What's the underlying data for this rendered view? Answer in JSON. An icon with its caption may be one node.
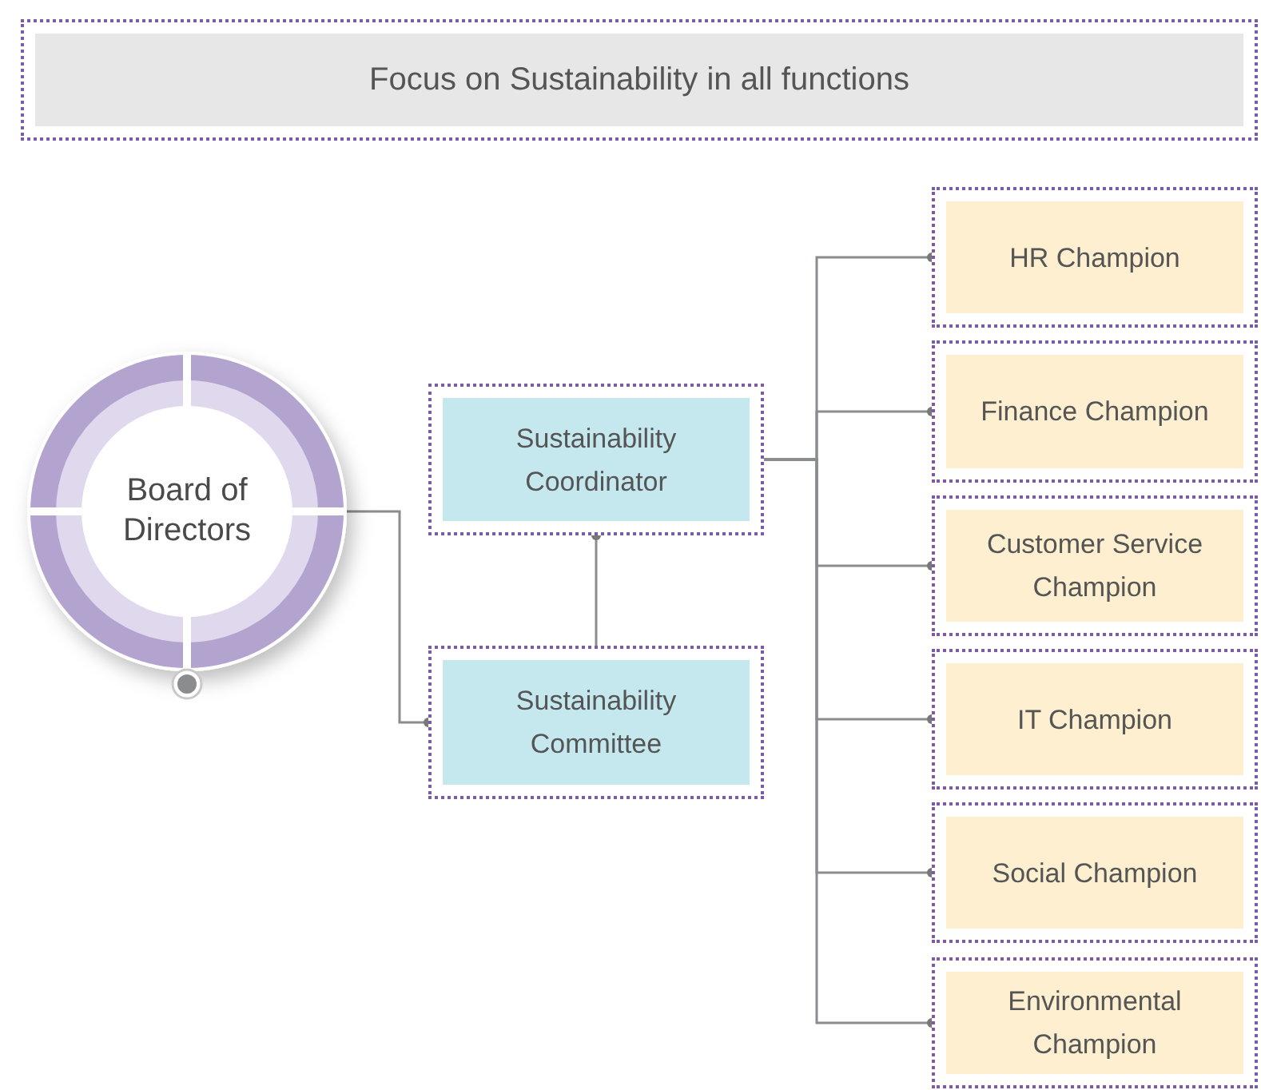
{
  "diagram": {
    "nodes": [
      {
        "text": [
          "Focus on Sustainability in all functions"
        ]
      },
      {
        "text": [
          "Board of Directors"
        ]
      },
      {
        "text": [
          "Sustainability Coordinator"
        ]
      },
      {
        "text": [
          "Sustainability Committee"
        ]
      },
      {
        "text": [
          "HR Champion"
        ]
      },
      {
        "text": [
          "Finance Champion"
        ]
      },
      {
        "text": [
          "Customer Service Champion"
        ]
      },
      {
        "text": [
          "IT Champion"
        ]
      },
      {
        "text": [
          "Social Champion"
        ]
      },
      {
        "text": [
          "Environmental Champion"
        ]
      }
    ],
    "edges": [
      {
        "from": 1,
        "to": 3,
        "arrow": "other"
      },
      {
        "from": 3,
        "to": 2,
        "arrow": "other"
      },
      {
        "from": 2,
        "to": 4,
        "arrow": "other"
      },
      {
        "from": 2,
        "to": 5,
        "arrow": "other"
      },
      {
        "from": 2,
        "to": 6,
        "arrow": "other"
      },
      {
        "from": 2,
        "to": 7,
        "arrow": "other"
      },
      {
        "from": 2,
        "to": 8,
        "arrow": "other"
      },
      {
        "from": 2,
        "to": 9,
        "arrow": "other"
      }
    ]
  }
}
